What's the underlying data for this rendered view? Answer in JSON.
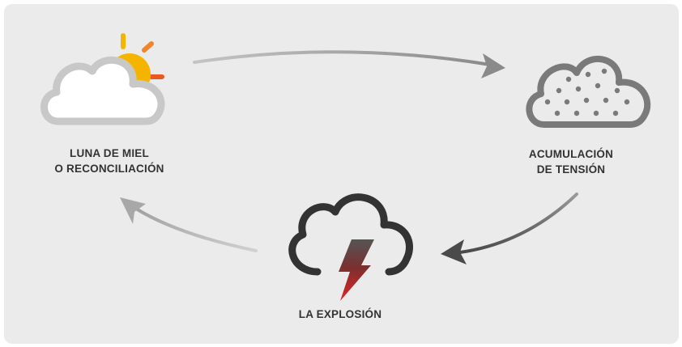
{
  "stages": {
    "honeymoon": {
      "line1": "LUNA DE MIEL",
      "line2": "O RECONCILIACIÓN",
      "icon": "sun-cloud-icon"
    },
    "tension": {
      "line1": "ACUMULACIÓN",
      "line2": "DE TENSIÓN",
      "icon": "dotted-cloud-icon"
    },
    "explosion": {
      "line1": "LA EXPLOSIÓN",
      "icon": "storm-cloud-icon"
    }
  },
  "colors": {
    "background": "#ebebeb",
    "cloud_outline": "#c8c8c8",
    "tension_cloud": "#7a7a7a",
    "storm_cloud": "#333333",
    "lightning_top": "#555555",
    "lightning_bottom": "#e32222",
    "sun": "#f5b400",
    "sun_ray_orange": "#f0852b",
    "arrow": "#a8a8a8",
    "arrow_dark": "#555555",
    "text": "#333333"
  }
}
